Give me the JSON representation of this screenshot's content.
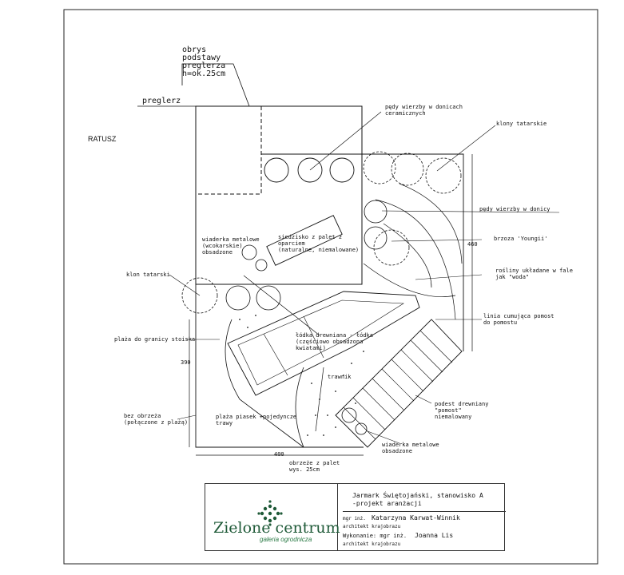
{
  "labels": {
    "obrys": "obrys\npodstawy\npreglerza\nh=ok.25cm",
    "preglerz": "preglerz",
    "ratusz": "RATUSZ",
    "pedy_wierzby_donicach": "pędy wierzby w donicach\nceramicznych",
    "klony_tatarskie": "klony tatarskie",
    "pedy_wierzby_donicy": "pędy wierzby w donicy",
    "brzoza": "brzoza 'Youngii'",
    "rosliny_fale": "rośliny układane w fale\njak \"woda\"",
    "linia_pomost": "linia cumująca pomost\ndo pomostu",
    "siedzisko": "siedzisko z palet z\noparciem\n(naturalne, niemalowane)",
    "wiaderka_top": "wiaderka metalowe\n(wcokarskie)\nobsadzone",
    "klon_tatarski": "klon tatarski",
    "plaza_granicy": "plaża do granicy stoiska",
    "lodka": "łódka drewniana - łódka\n(częściowo obsadzona\nkwiatami)",
    "trawnik": "trawnik",
    "podest": "podest drewniany\n\"pomost\"\nniemalowany",
    "bez_obrzeza": "bez obrzeża\n(połączone z plażą)",
    "plaza_piasek": "plaża piasek +pojedyncze\ntrawy",
    "wiaderka_bottom": "wiaderka metalowe\nobsadzone",
    "obrzeze": "obrzeże z palet\nwys. 25cm",
    "dim_400": "400",
    "dim_390": "390",
    "dim_460": "460"
  },
  "title_block": {
    "logo_main": "Zielone centrum",
    "logo_sub": "galeria ogrodnicza",
    "project": "Jarmark Świętojański, stanowisko A\n-projekt aranżacji",
    "author_prefix": "mgr inż.",
    "author_name": "Katarzyna Karwat-Winnik",
    "author_role": "architekt krajobrazu",
    "exec_prefix": "Wykonanie: mgr inż.",
    "exec_name": "Joanna Lis",
    "exec_role": "architekt krajobrazu"
  },
  "colors": {
    "line": "#111111",
    "logo_green": "#1f5a38"
  }
}
